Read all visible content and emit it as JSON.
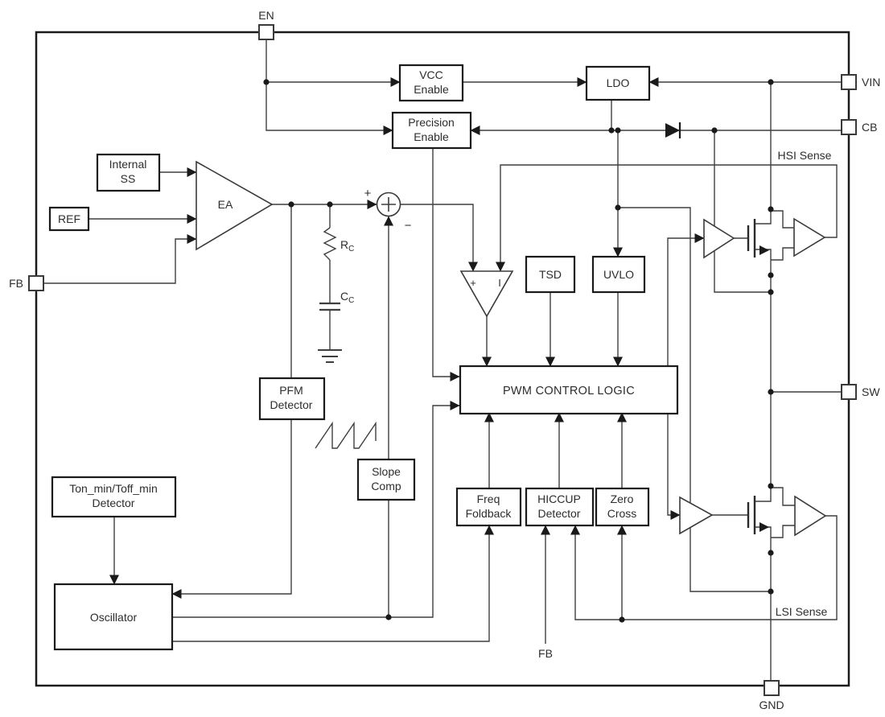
{
  "title": "DC-DC converter functional block diagram",
  "colors": {
    "background": "#ffffff",
    "wire": "#3f3f3f",
    "box_stroke": "#1a1a1a",
    "text": "#2d2d2d"
  },
  "pins": {
    "en": "EN",
    "vin": "VIN",
    "cb": "CB",
    "sw": "SW",
    "gnd": "GND",
    "fb": "FB"
  },
  "blocks": {
    "vcc_enable": {
      "lines": [
        "VCC",
        "Enable"
      ]
    },
    "ldo": {
      "label": "LDO"
    },
    "precision_enable": {
      "lines": [
        "Precision",
        "Enable"
      ]
    },
    "internal_ss": {
      "lines": [
        "Internal",
        "SS"
      ]
    },
    "ref": {
      "label": "REF"
    },
    "ea": {
      "label": "EA"
    },
    "tsd": {
      "label": "TSD"
    },
    "uvlo": {
      "label": "UVLO"
    },
    "pwm": {
      "label": "PWM CONTROL LOGIC"
    },
    "pfm": {
      "lines": [
        "PFM",
        "Detector"
      ]
    },
    "slope_comp": {
      "lines": [
        "Slope",
        "Comp"
      ]
    },
    "freq_foldback": {
      "lines": [
        "Freq",
        "Foldback"
      ]
    },
    "hiccup": {
      "lines": [
        "HICCUP",
        "Detector"
      ]
    },
    "zero_cross": {
      "lines": [
        "Zero",
        "Cross"
      ]
    },
    "ton_min": {
      "lines": [
        "Ton_min/Toff_min",
        "Detector"
      ]
    },
    "oscillator": {
      "label": "Oscillator"
    }
  },
  "annotations": {
    "hsi_sense": "HSI Sense",
    "lsi_sense": "LSI Sense",
    "fb_internal": "FB",
    "sum_plus": "+",
    "sum_minus": "−",
    "comp_plus": "+",
    "comp_current": "I",
    "rc_base": "R",
    "rc_sub": "C",
    "cc_base": "C",
    "cc_sub": "C"
  }
}
